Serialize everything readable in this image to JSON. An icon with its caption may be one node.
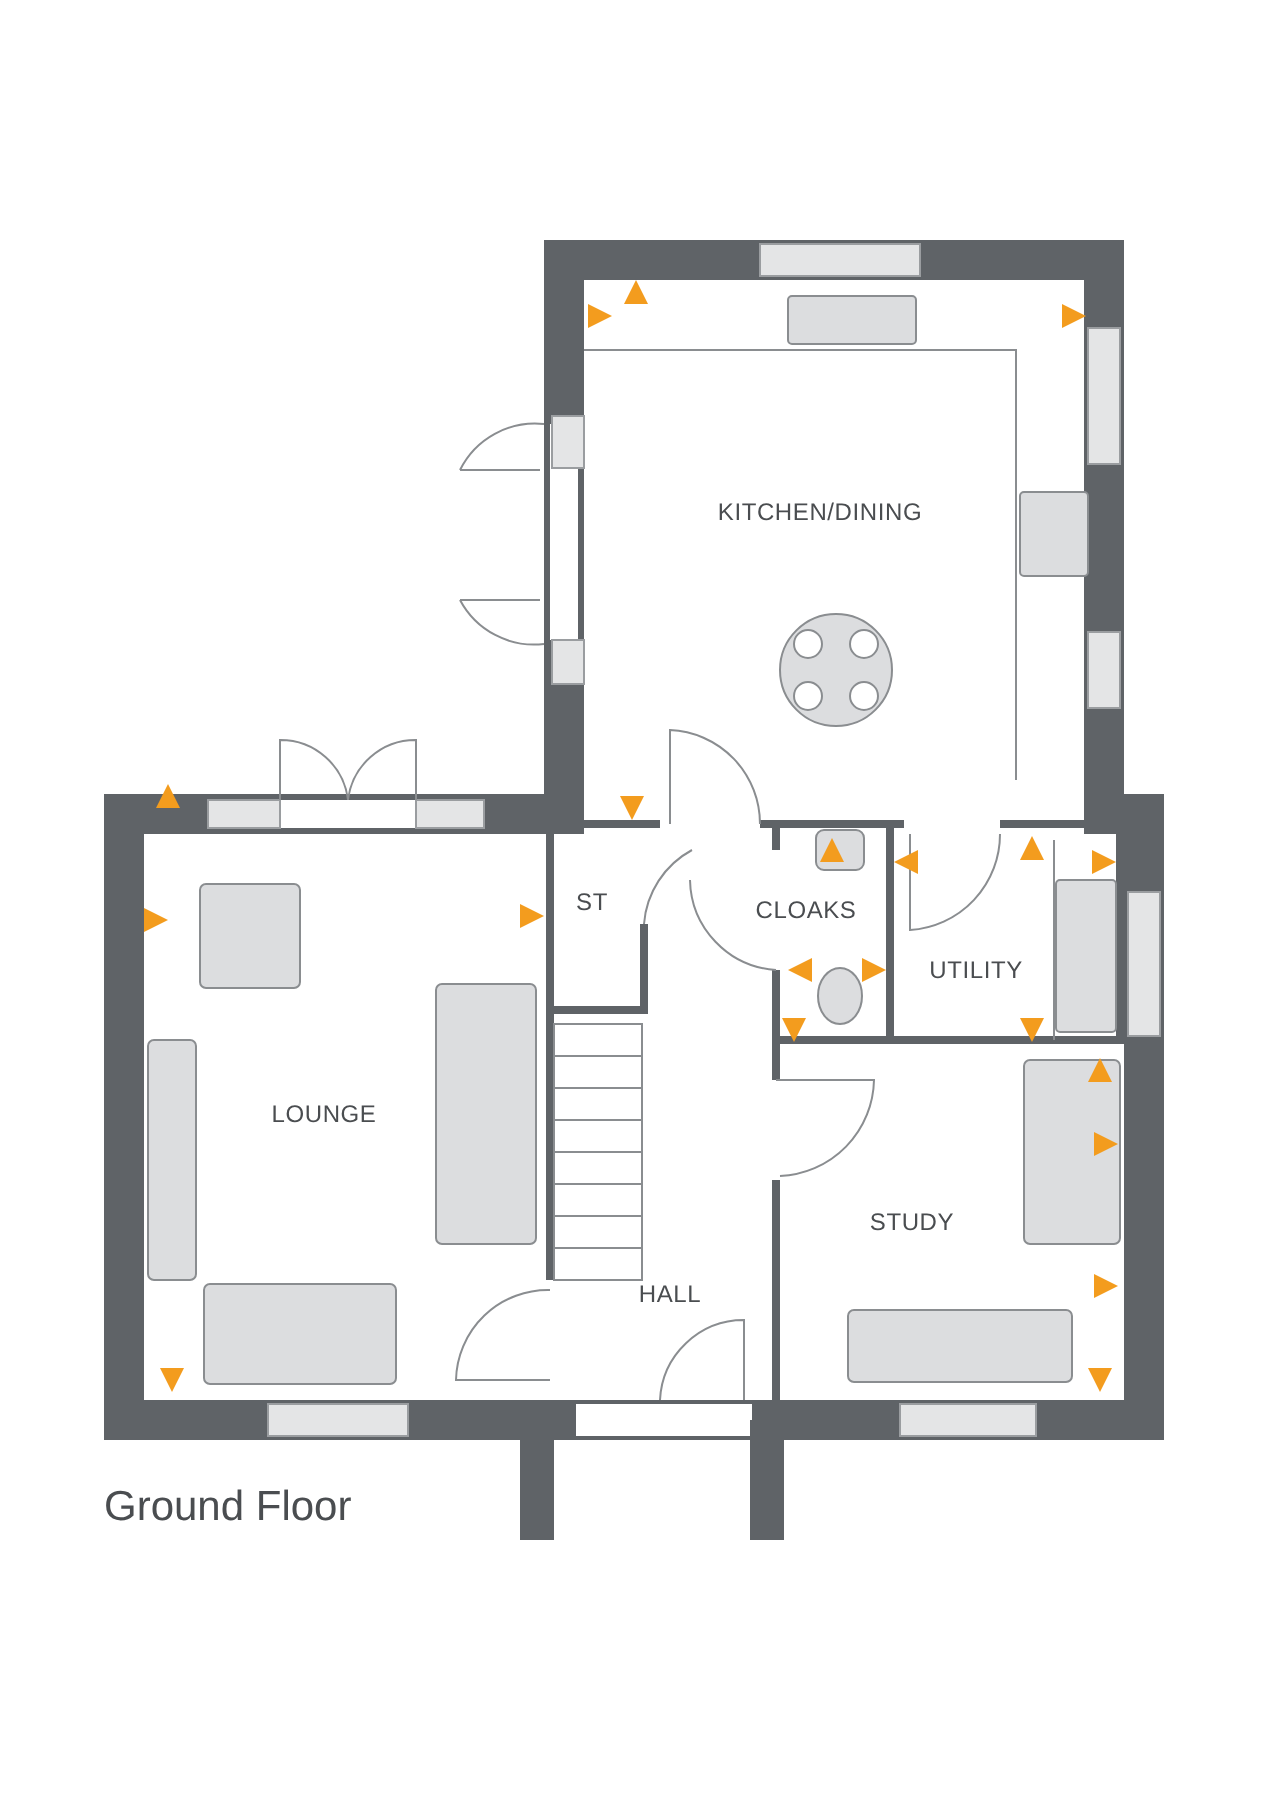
{
  "diagram": {
    "title": "Ground Floor",
    "nodes": [
      {
        "text": [
          "KITCHEN/DINING"
        ]
      },
      {
        "text": [
          "ST"
        ]
      },
      {
        "text": [
          "CLOAKS"
        ]
      },
      {
        "text": [
          "UTILITY"
        ]
      },
      {
        "text": [
          "LOUNGE"
        ]
      },
      {
        "text": [
          "HALL"
        ]
      },
      {
        "text": [
          "STUDY"
        ]
      }
    ]
  }
}
